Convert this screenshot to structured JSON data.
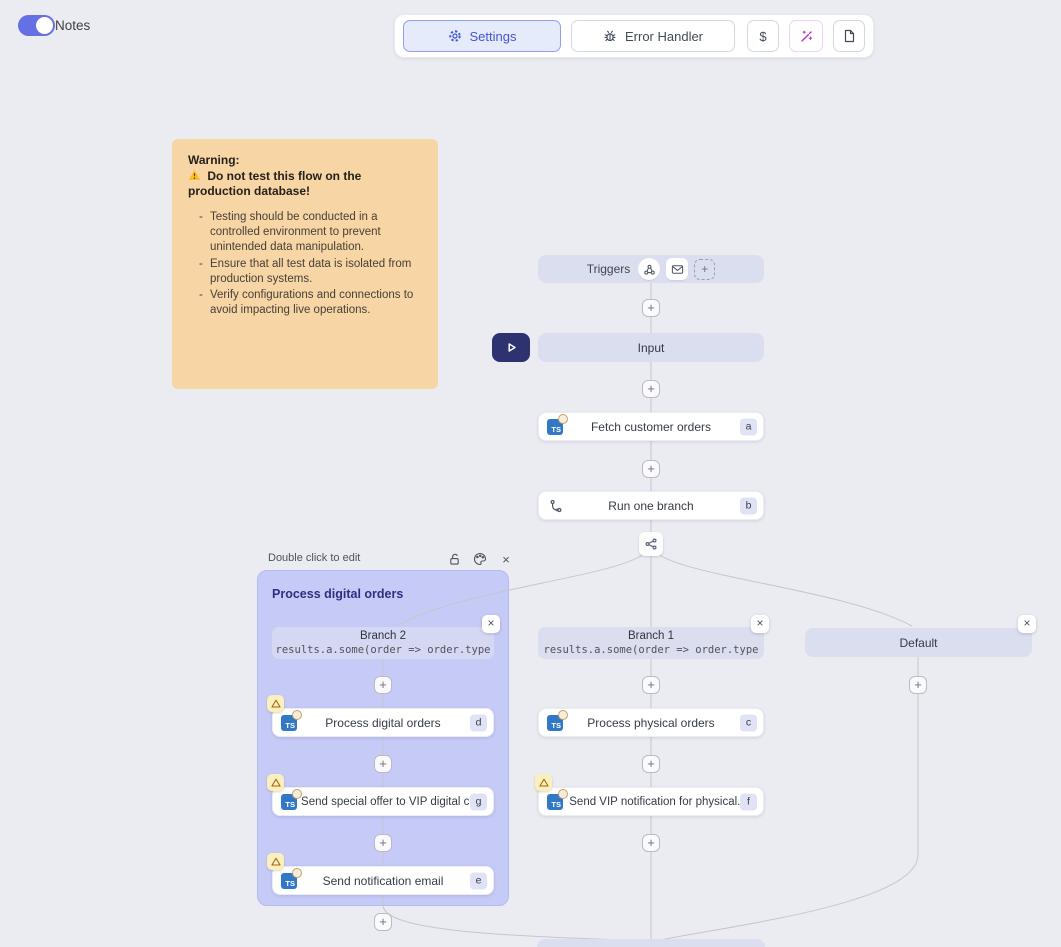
{
  "header": {
    "notes_label": "Notes"
  },
  "toolbar": {
    "settings": "Settings",
    "error_handler": "Error Handler",
    "dollar": "$"
  },
  "note": {
    "title": "Warning:",
    "warning_line": "Do not test this flow on the production database!",
    "bullets": [
      "Testing should be conducted in a controlled environment to prevent unintended data manipulation.",
      "Ensure that all test data is isolated from production systems.",
      "Verify configurations and connections to avoid impacting live operations."
    ]
  },
  "flow": {
    "triggers_label": "Triggers",
    "input_label": "Input",
    "steps": {
      "fetch": {
        "label": "Fetch customer orders",
        "badge": "a"
      },
      "run_branch": {
        "label": "Run one branch",
        "badge": "b"
      },
      "process_digital": {
        "label": "Process digital orders",
        "badge": "d"
      },
      "send_special": {
        "label": "Send special offer to VIP digital c...",
        "badge": "g"
      },
      "send_email": {
        "label": "Send notification email",
        "badge": "e"
      },
      "process_physical": {
        "label": "Process physical orders",
        "badge": "c"
      },
      "send_vip": {
        "label": "Send VIP notification for physical...",
        "badge": "f"
      }
    },
    "branches": {
      "branch2": {
        "label": "Branch 2",
        "code": "results.a.some(order => order.type"
      },
      "branch1": {
        "label": "Branch 1",
        "code": "results.a.some(order => order.type"
      },
      "default_label": "Default"
    },
    "group": {
      "title": "Process digital orders",
      "edit_hint": "Double click to edit"
    }
  },
  "glyphs": {
    "plus": "+",
    "close": "×",
    "ts": "TS"
  },
  "colors": {
    "accent": "#4356d4",
    "toggle_on": "#6470e4",
    "note_bg": "#f8d5a4",
    "group_bg": "#c6caf7",
    "wand": "#bb2fd0",
    "warning": "#a16207",
    "ts_blue": "#3178c6",
    "play_bg": "#2e3270"
  }
}
